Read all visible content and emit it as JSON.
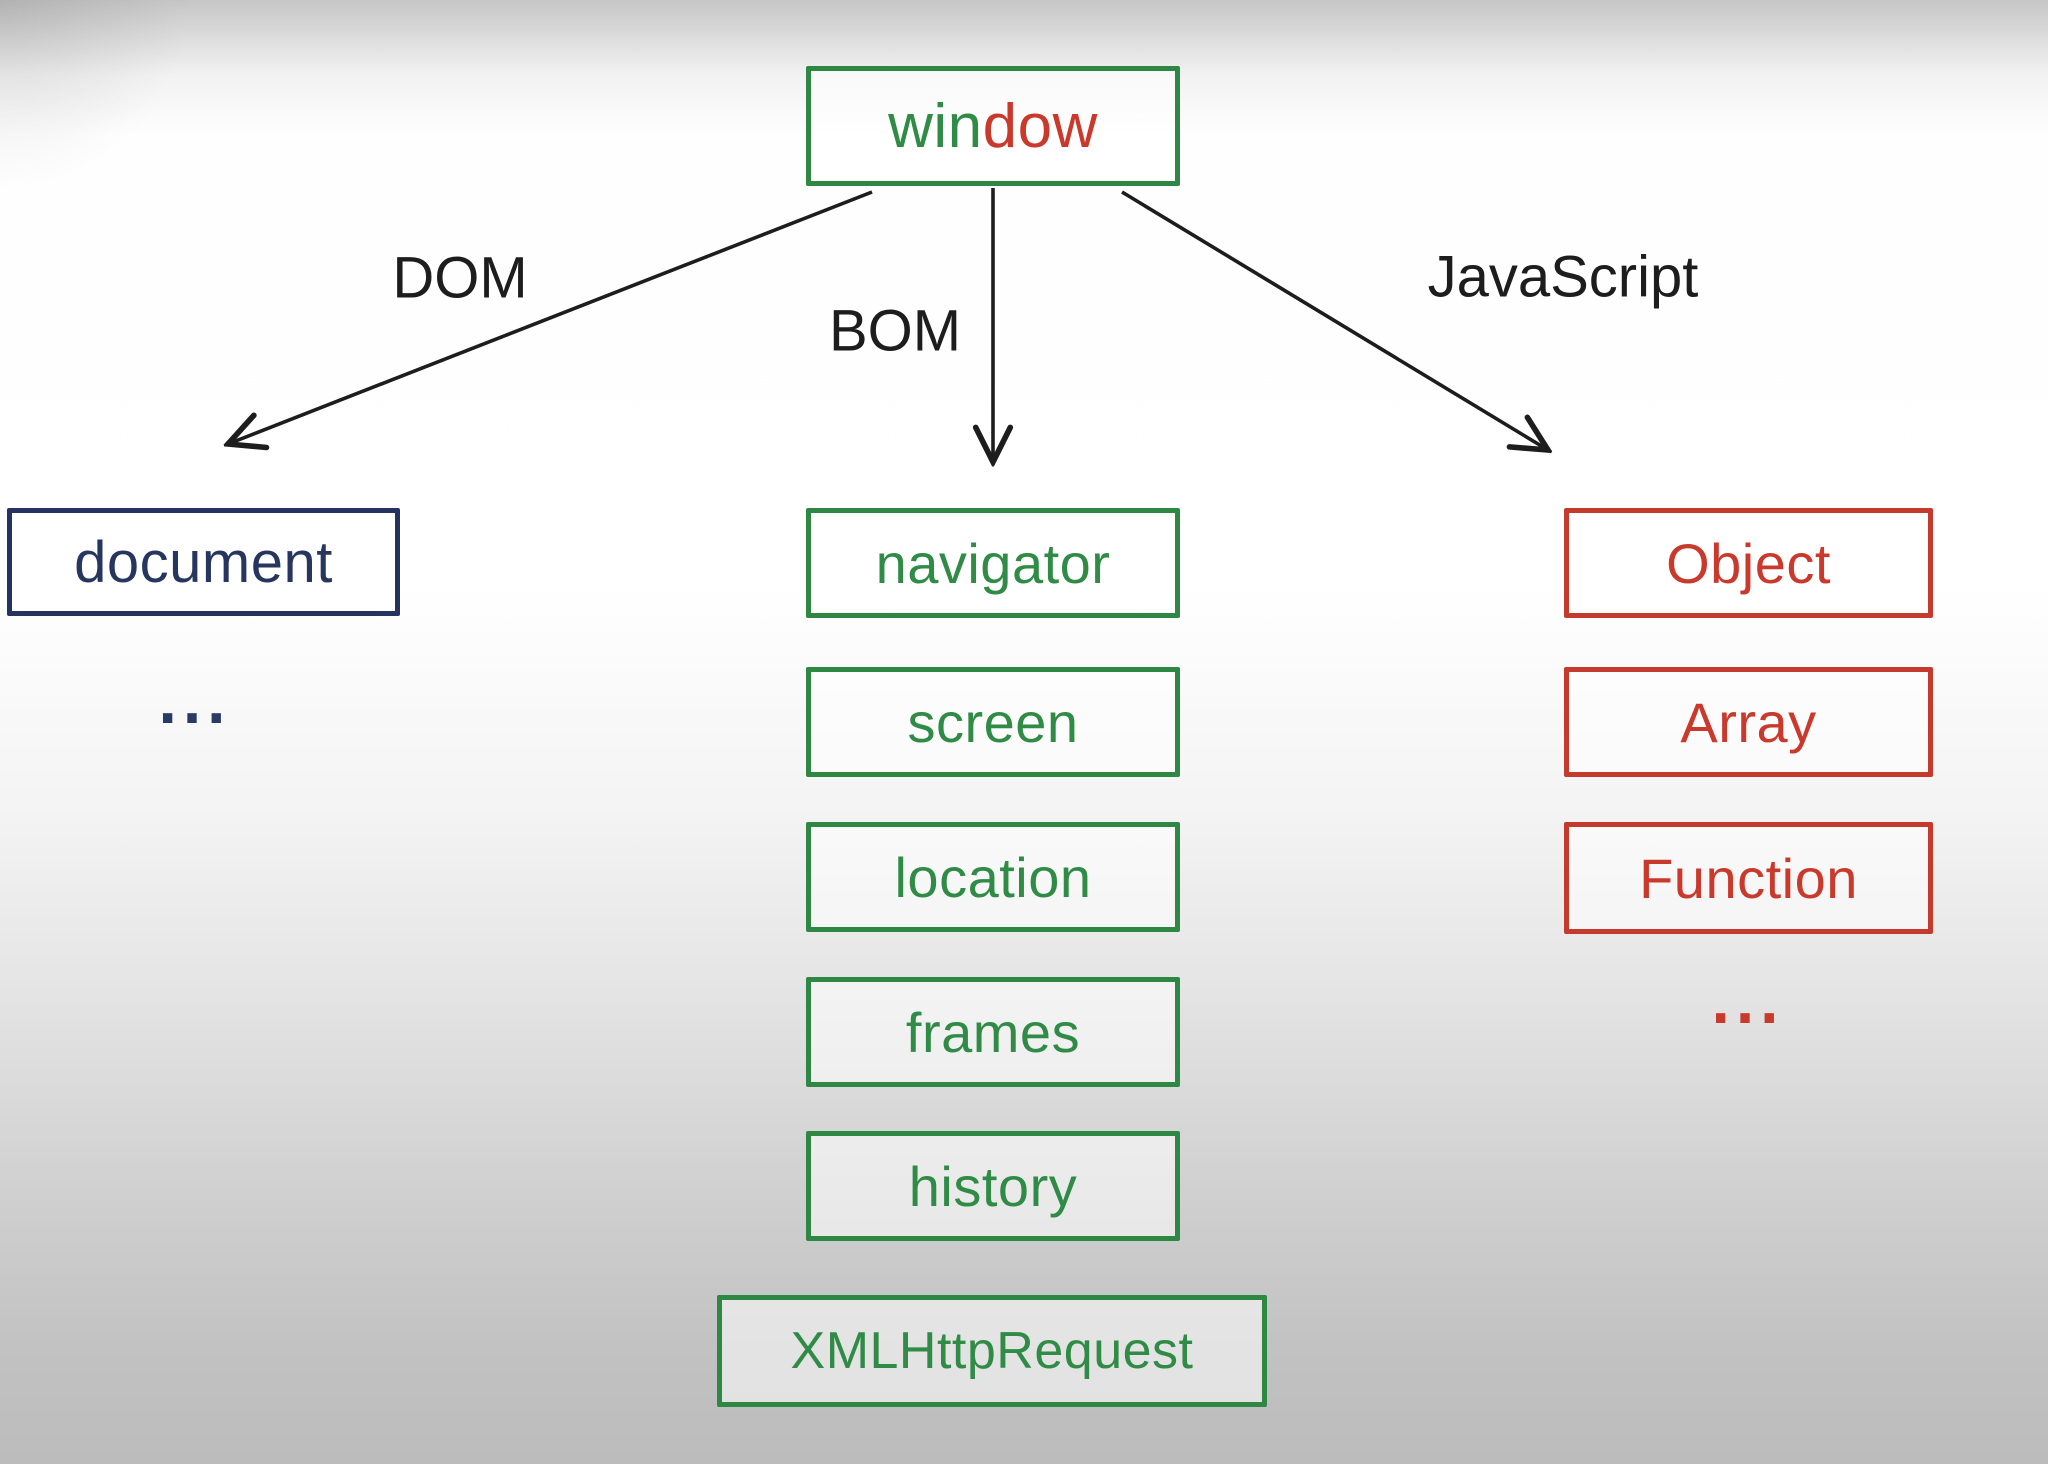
{
  "diagram": {
    "title_implicit": "window object hierarchy",
    "root": {
      "label_green_part": "win",
      "label_red_part": "dow"
    },
    "edges": {
      "dom": "DOM",
      "bom": "BOM",
      "js": "JavaScript"
    },
    "dom_column": {
      "box": "document",
      "more": "..."
    },
    "bom_column": {
      "boxes": [
        "navigator",
        "screen",
        "location",
        "frames",
        "history",
        "XMLHttpRequest"
      ]
    },
    "js_column": {
      "boxes": [
        "Object",
        "Array",
        "Function"
      ],
      "more": "..."
    },
    "colors": {
      "green": "#2e8843",
      "red": "#c93a2d",
      "navy": "#27365e",
      "edge_label": "#1d1d1d",
      "background_top": "#c6c6c6",
      "background_middle": "#ffffff",
      "background_bottom": "#bcbcbc"
    }
  }
}
